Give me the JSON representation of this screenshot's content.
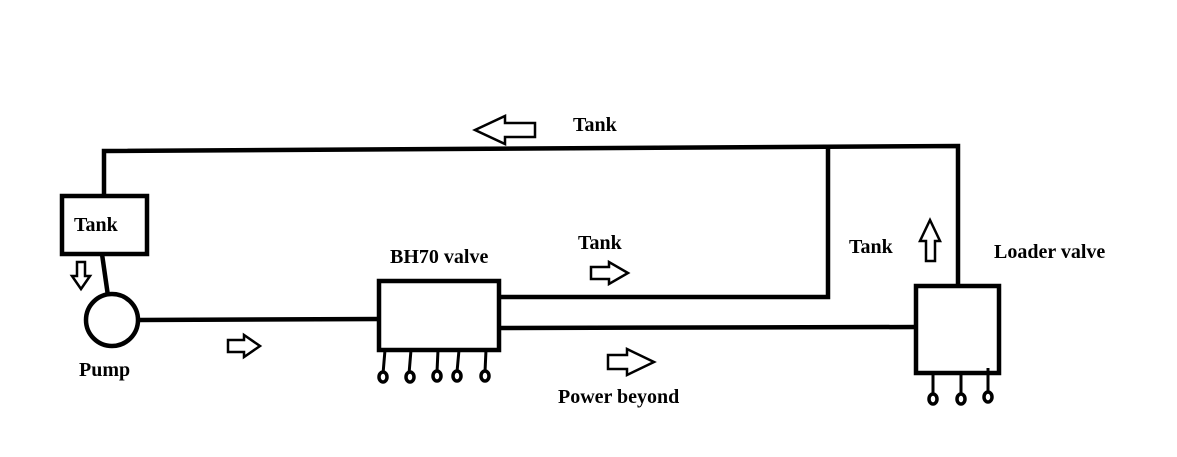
{
  "diagram": {
    "title": "Hydraulic circuit: Pump, BH70 valve, Loader valve, Tank",
    "colors": {
      "line": "#000000",
      "background": "#ffffff"
    },
    "components": {
      "tank": {
        "label": "Tank"
      },
      "pump": {
        "label": "Pump"
      },
      "bh70_valve": {
        "label": "BH70 valve",
        "lever_count": 5
      },
      "loader_valve": {
        "label": "Loader valve",
        "lever_count": 3
      }
    },
    "labels": {
      "return_top": "Tank",
      "bh70_tank_return": "Tank",
      "loader_tank_return": "Tank",
      "power_beyond": "Power beyond"
    },
    "flow_arrows": [
      {
        "id": "tank-to-pump",
        "direction": "down"
      },
      {
        "id": "pump-to-bh70",
        "direction": "right"
      },
      {
        "id": "bh70-tank-return",
        "direction": "right"
      },
      {
        "id": "power-beyond",
        "direction": "right"
      },
      {
        "id": "loader-tank-return",
        "direction": "up"
      },
      {
        "id": "return-to-tank",
        "direction": "left"
      }
    ],
    "connections": [
      {
        "from": "Tank",
        "to": "Pump"
      },
      {
        "from": "Pump",
        "to": "BH70 valve"
      },
      {
        "from": "BH70 valve",
        "to": "Tank",
        "via": "return line"
      },
      {
        "from": "BH70 valve",
        "to": "Loader valve",
        "via": "Power beyond"
      },
      {
        "from": "Loader valve",
        "to": "Tank",
        "via": "return line"
      }
    ]
  }
}
